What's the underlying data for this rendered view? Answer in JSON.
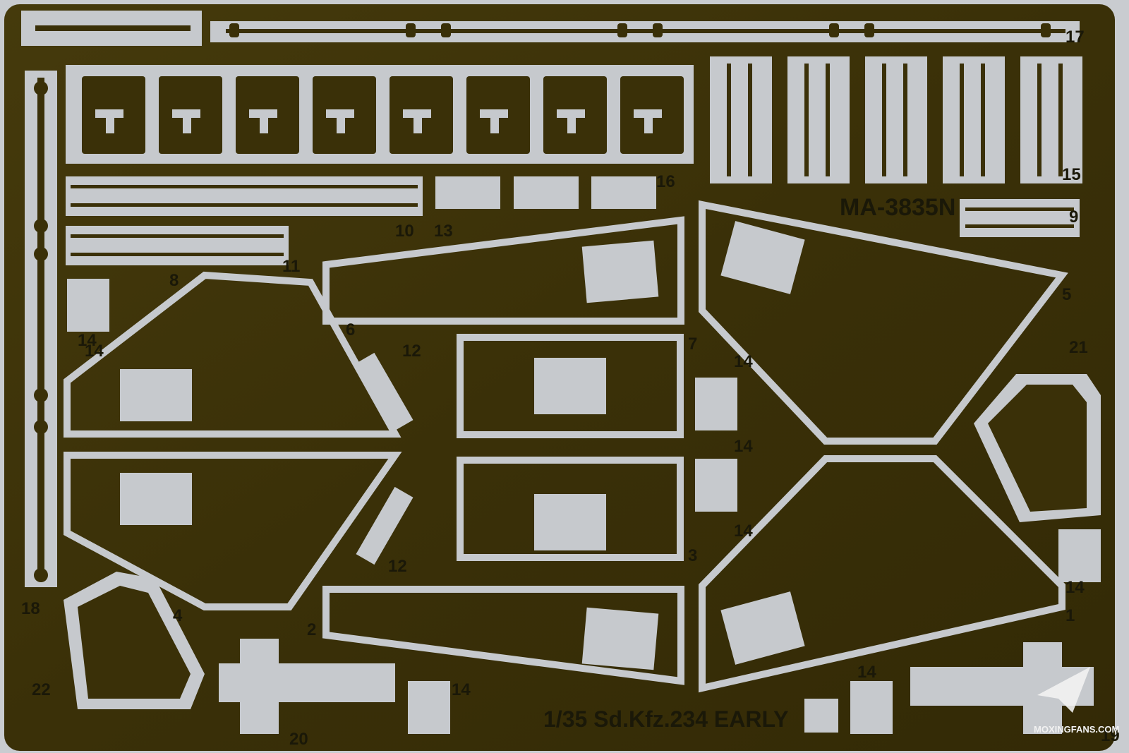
{
  "sheet": {
    "product_code": "MA-3835N",
    "product_title": "1/35 Sd.Kfz.234 EARLY",
    "part_numbers": [
      "1",
      "2",
      "3",
      "4",
      "5",
      "6",
      "7",
      "8",
      "9",
      "10",
      "11",
      "12",
      "12",
      "13",
      "14",
      "14",
      "14",
      "14",
      "14",
      "14",
      "14",
      "14",
      "15",
      "16",
      "17",
      "18",
      "19",
      "20",
      "21",
      "22"
    ],
    "colors": {
      "brass": "#3d3308",
      "brass_rim": "#c8a840",
      "cutout_gray": "#c6c9cd",
      "background": "#c9ccd0"
    }
  },
  "watermark": {
    "text": "MOXINGFANS.COM",
    "icon": "paper-plane-icon"
  }
}
